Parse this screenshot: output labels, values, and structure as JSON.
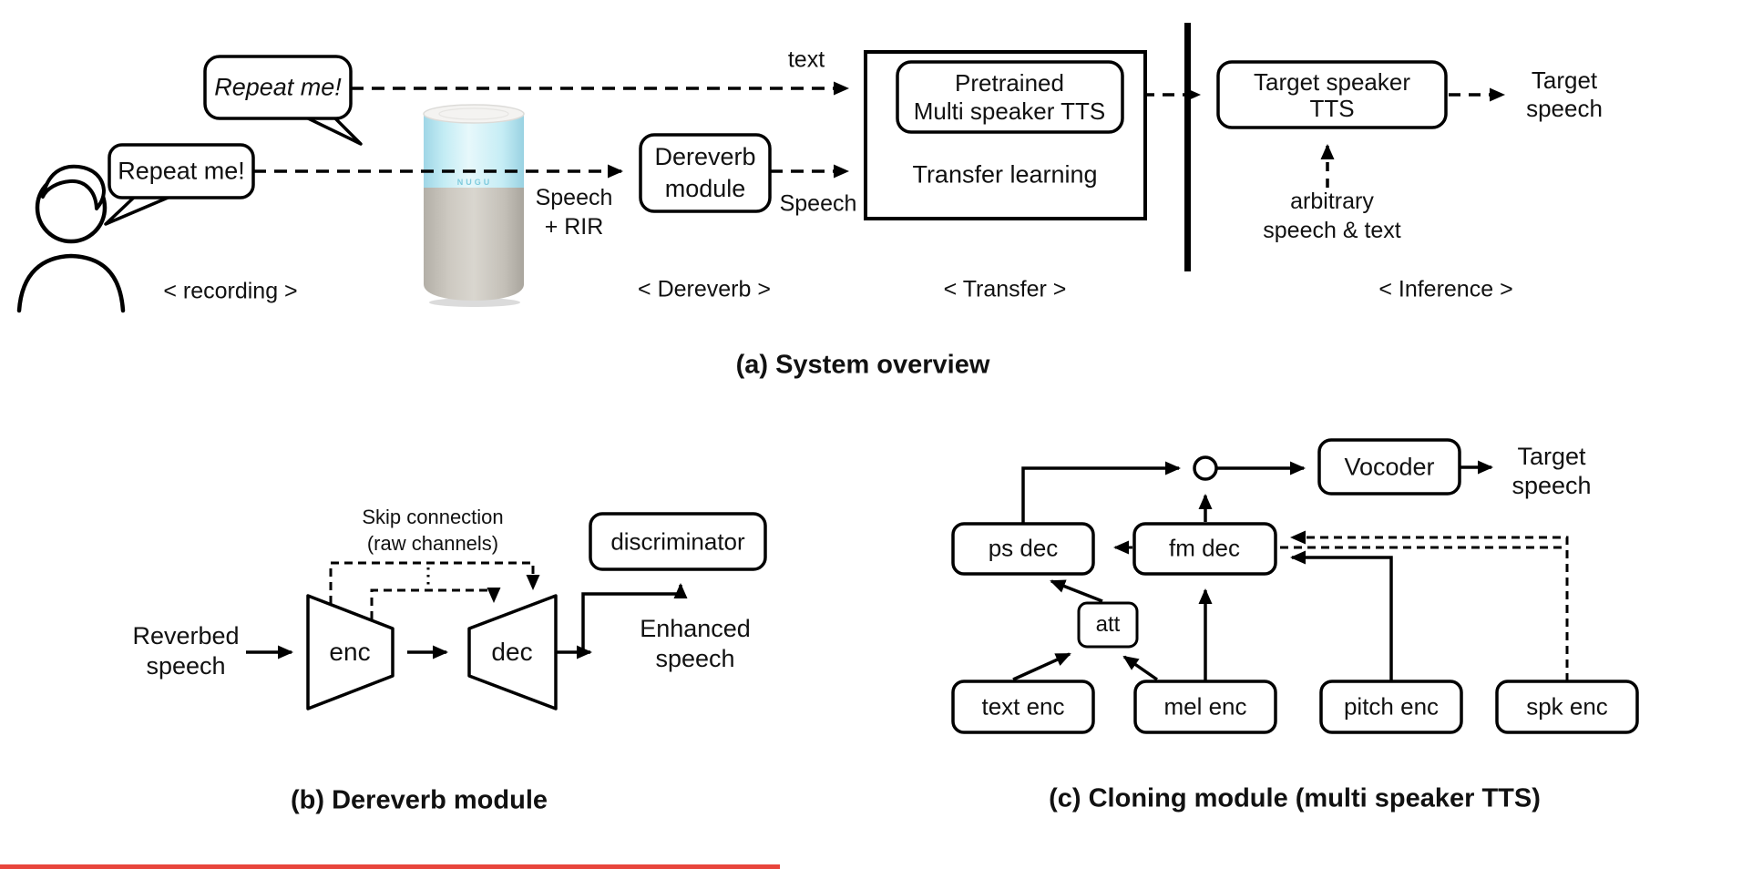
{
  "figure": {
    "panel_a": {
      "caption": "(a) System overview",
      "speech_bubble_device": "Repeat me!",
      "speech_bubble_person": "Repeat me!",
      "device_brand": "NUGU",
      "flow_labels": {
        "text_input": "text",
        "speech_rir_line1": "Speech",
        "speech_rir_line2": "+ RIR",
        "speech_clean": "Speech",
        "arbitrary_line1": "arbitrary",
        "arbitrary_line2": "speech & text",
        "target_line1": "Target",
        "target_line2": "speech"
      },
      "boxes": {
        "dereverb_line1": "Dereverb",
        "dereverb_line2": "module",
        "pretrained_line1": "Pretrained",
        "pretrained_line2": "Multi speaker TTS",
        "transfer": "Transfer learning",
        "target_tts_line1": "Target speaker",
        "target_tts_line2": "TTS"
      },
      "stages": [
        "< recording >",
        "< Dereverb >",
        "< Transfer >",
        "< Inference >"
      ]
    },
    "panel_b": {
      "caption": "(b) Dereverb module",
      "input_line1": "Reverbed",
      "input_line2": "speech",
      "encoder": "enc",
      "decoder": "dec",
      "discriminator": "discriminator",
      "skip_line1": "Skip connection",
      "skip_line2": "(raw channels)",
      "output_line1": "Enhanced",
      "output_line2": "speech"
    },
    "panel_c": {
      "caption": "(c) Cloning module (multi speaker TTS)",
      "boxes": {
        "ps_dec": "ps dec",
        "fm_dec": "fm dec",
        "vocoder": "Vocoder",
        "att": "att",
        "text_enc": "text enc",
        "mel_enc": "mel enc",
        "pitch_enc": "pitch enc",
        "spk_enc": "spk enc"
      },
      "output_line1": "Target",
      "output_line2": "speech"
    }
  }
}
